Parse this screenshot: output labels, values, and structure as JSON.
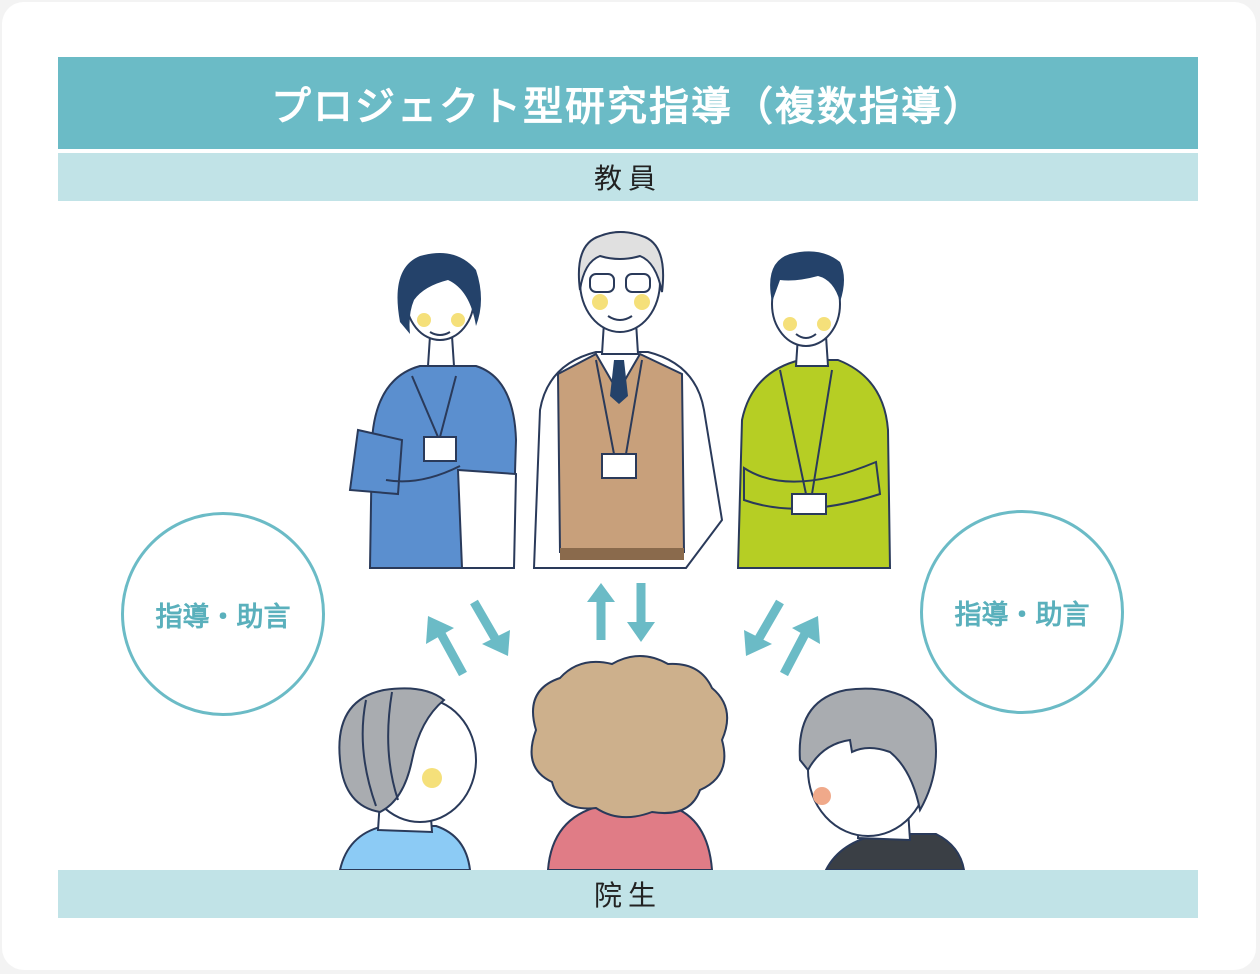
{
  "title": "プロジェクト型研究指導（複数指導）",
  "teachers_label": "教員",
  "students_label": "院生",
  "advice_left": "指導・助言",
  "advice_right": "指導・助言",
  "colors": {
    "title_bg": "#6bbbc6",
    "band_bg": "#c1e3e7",
    "arrow": "#6bbbc6"
  }
}
